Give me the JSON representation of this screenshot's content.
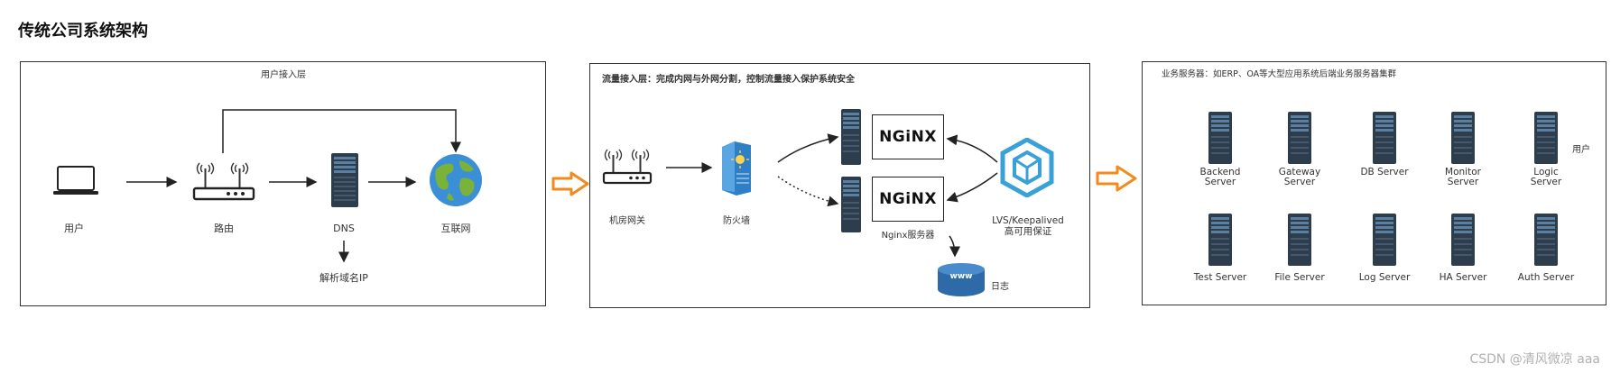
{
  "title": "传统公司系统架构",
  "panel1": {
    "title": "用户接入层",
    "nodes": {
      "user": "用户",
      "router": "路由",
      "dns": "DNS",
      "internet": "互联网",
      "dns_note": "解析域名IP"
    }
  },
  "panel2": {
    "title": "流量接入层：完成内网与外网分割，控制流量接入保护系统安全",
    "nodes": {
      "gateway": "机房网关",
      "firewall": "防火墙",
      "nginx_top": "NGiNX",
      "nginx_bottom": "NGiNX",
      "nginx_label": "Nginx服务器",
      "lvs_line1": "LVS/Keepalived",
      "lvs_line2": "高可用保证",
      "log_disk": "www",
      "log_label": "日志"
    }
  },
  "panel3": {
    "title": "业务服务器：如ERP、OA等大型应用系统后端业务服务器集群",
    "side_label": "用户",
    "servers_row1": [
      {
        "l1": "Backend",
        "l2": "Server"
      },
      {
        "l1": "Gateway",
        "l2": "Server"
      },
      {
        "l1": "DB Server",
        "l2": ""
      },
      {
        "l1": "Monitor",
        "l2": "Server"
      },
      {
        "l1": "Logic",
        "l2": "Server"
      }
    ],
    "servers_row2": [
      {
        "l1": "Test Server"
      },
      {
        "l1": "File Server"
      },
      {
        "l1": "Log Server"
      },
      {
        "l1": "HA Server"
      },
      {
        "l1": "Auth Server"
      }
    ]
  },
  "watermark": "CSDN @清风微凉 aaa",
  "colors": {
    "orange": "#f28a1e",
    "server_dark": "#2d3d4c",
    "server_blue": "#4a90c8",
    "nginx_border": "#222222",
    "lvs_blue": "#3aa0d8",
    "disk_blue": "#2e6aa7"
  }
}
